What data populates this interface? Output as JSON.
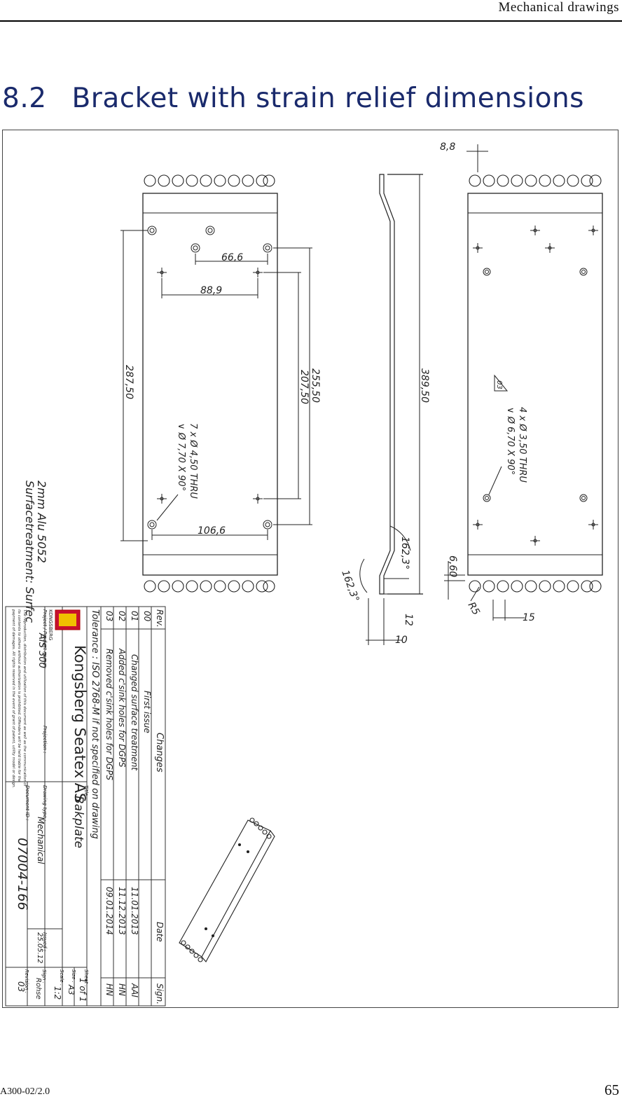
{
  "header": {
    "section": "Mechanical drawings"
  },
  "title": {
    "number": "8.2",
    "text": "Bracket with strain relief dimensions"
  },
  "footer": {
    "doc_code": "A300-02/2.0",
    "page_number": "65"
  },
  "drawing": {
    "dims_front": {
      "d66": "66,6",
      "d88": "88,9",
      "d106": "106,6",
      "d287": "287,50",
      "d255": "255,50",
      "d207": "207,50"
    },
    "hole_note_front": {
      "line1": "7 x Ø 4,50 THRU",
      "line2": "∨  Ø 7,70 X 90°"
    },
    "material": {
      "line1": "2mm Alu 5052",
      "line2": "Surfacetreatment: Surfec"
    },
    "dims_side": {
      "d389": "389,50",
      "angle1": "162,3°",
      "angle2": "162,3°",
      "d12": "12",
      "d10": "10"
    },
    "dims_back": {
      "d8": "8,8",
      "d660": "6,60",
      "r5": "R5",
      "d15": "15"
    },
    "hole_note_back": {
      "line1": "4 x Ø 3,50 THRU",
      "line2": "∨  Ø 6,70 X 90°",
      "rev_marker": "03"
    },
    "title_block": {
      "rev_header": "Rev.",
      "changes_header": "Changes",
      "date_header": "Date",
      "sign_header": "Sign.",
      "revisions": [
        {
          "rev": "00",
          "change": "First issue",
          "date": "",
          "sign": ""
        },
        {
          "rev": "01",
          "change": "Changed surface treatment",
          "date": "11.01.2013",
          "sign": "AAI"
        },
        {
          "rev": "02",
          "change": "Added c'sink holes for DGPS",
          "date": "11.12.2013",
          "sign": "HN"
        },
        {
          "rev": "03",
          "change": "Removed c'sink holes for DGPS",
          "date": "09.01.2014",
          "sign": "HN"
        }
      ],
      "tolerance": "Tolerance : ISO 2768-M if not specified on drawing",
      "company": "Kongsberg Seatex AS",
      "logo_text": "KONGSBERG",
      "title_label": "Title :",
      "title_value": "Bakplate",
      "sheet_label": "Sheet :",
      "sheet_value": "1 of 1",
      "size_label": "Size :",
      "size_value": "A3",
      "scale_label": "Scale :",
      "scale_value": "1:2",
      "project_label": "Project / Product name :",
      "project_value": "AIS 300",
      "projection_label": "Projection :",
      "drawing_type_label": "Drawing type :",
      "drawing_type_value": "Mechanical",
      "issued_label": "Issued :",
      "issued_value": "25.05.12",
      "sign_label": "Sign :",
      "sign_value": "Rohse",
      "docid_label": "Document ID :",
      "docid_value": "07004-166",
      "revision_label": "Revision :",
      "revision_value": "03",
      "disclaimer1": "The reproduction, distribution and utilization of this document as well as the communication of",
      "disclaimer2": "its contents to others without authorization is prohibited. Offenders will be held liable for the",
      "disclaimer3": "payment of damages. All rights reserved in the event of grant of patent, utility model or design."
    }
  }
}
